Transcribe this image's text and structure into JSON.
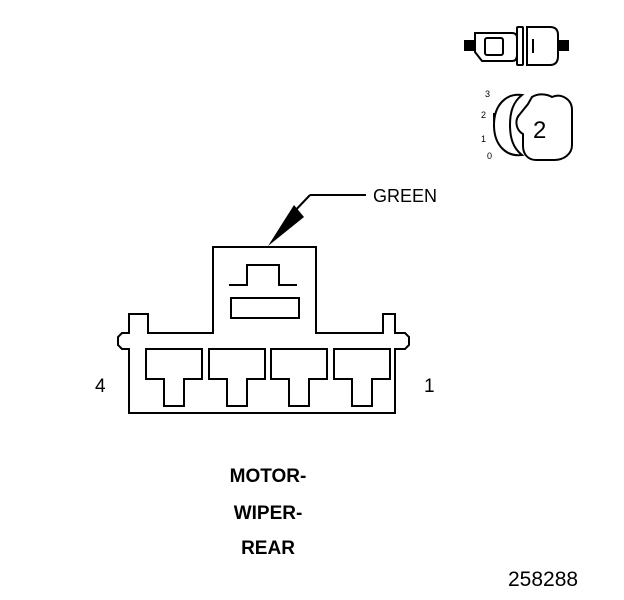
{
  "wire_color_label": "GREEN",
  "pin_left_label": "4",
  "pin_right_label": "1",
  "component_name": [
    "MOTOR-",
    "WIPER-",
    "REAR"
  ],
  "figure_number": "258288",
  "key_badge_number": "2",
  "key_scale_labels": [
    "3",
    "2",
    "1",
    "0"
  ],
  "terminal_count": 4,
  "colors": {
    "line": "#000000",
    "background": "#ffffff"
  }
}
